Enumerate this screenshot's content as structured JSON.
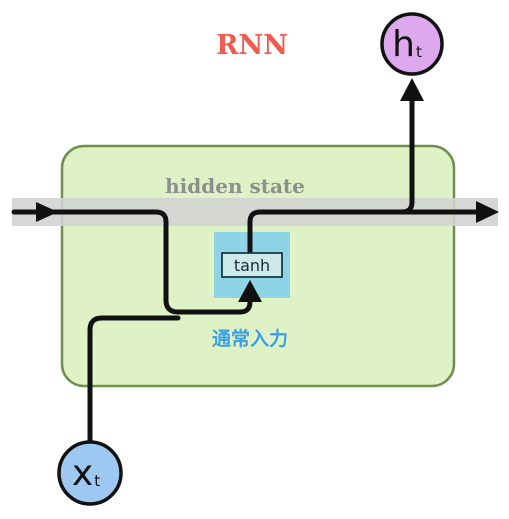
{
  "title": "RNN",
  "band_label": "hidden state",
  "activation_label": "tanh",
  "input_label": "通常入力",
  "output_node": {
    "main": "h",
    "sub": "t"
  },
  "input_node": {
    "main": "x",
    "sub": "t"
  },
  "colors": {
    "title": "#f05a4f",
    "cell_fill": "#dff2c6",
    "cell_stroke": "#6e8f4e",
    "band": "#d3d3d3",
    "band_text": "#8e8e8e",
    "tanh_bg": "#8fd3e6",
    "tanh_box": "#cde9e9",
    "input_label": "#3aa0e6",
    "output_node_fill": "#dda8ee",
    "input_node_fill": "#9cc8f2",
    "line": "#111111"
  }
}
